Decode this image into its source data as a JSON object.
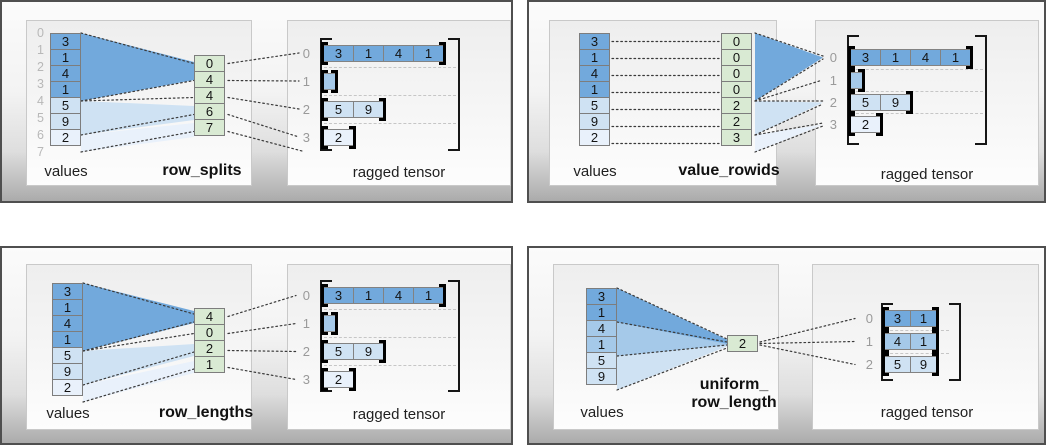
{
  "colors": {
    "value_dark_blue": "#72a9dc",
    "value_mid_blue": "#a5c9e9",
    "value_light_blue": "#cfe2f3",
    "value_faint_blue": "#e9f1fb",
    "method_green": "#d9ead3",
    "index_gray": "#9a9a9a",
    "figure_border": "#4f4f4f"
  },
  "figures": [
    {
      "method": "row_splits",
      "values_label": "values",
      "tensor_label": "ragged tensor",
      "values": [
        "3",
        "1",
        "4",
        "1",
        "5",
        "9",
        "2"
      ],
      "boundary_indices": [
        "0",
        "1",
        "2",
        "3",
        "4",
        "5",
        "6",
        "7"
      ],
      "method_values": [
        "0",
        "4",
        "4",
        "6",
        "7"
      ],
      "row_indices": [
        "0",
        "1",
        "2",
        "3"
      ],
      "rows": [
        [
          "3",
          "1",
          "4",
          "1"
        ],
        [],
        [
          "5",
          "9"
        ],
        [
          "2"
        ]
      ]
    },
    {
      "method": "value_rowids",
      "values_label": "values",
      "tensor_label": "ragged tensor",
      "values": [
        "3",
        "1",
        "4",
        "1",
        "5",
        "9",
        "2"
      ],
      "method_values": [
        "0",
        "0",
        "0",
        "0",
        "2",
        "2",
        "3"
      ],
      "row_indices": [
        "0",
        "1",
        "2",
        "3"
      ],
      "rows": [
        [
          "3",
          "1",
          "4",
          "1"
        ],
        [],
        [
          "5",
          "9"
        ],
        [
          "2"
        ]
      ]
    },
    {
      "method": "row_lengths",
      "values_label": "values",
      "tensor_label": "ragged tensor",
      "values": [
        "3",
        "1",
        "4",
        "1",
        "5",
        "9",
        "2"
      ],
      "method_values": [
        "4",
        "0",
        "2",
        "1"
      ],
      "row_indices": [
        "0",
        "1",
        "2",
        "3"
      ],
      "rows": [
        [
          "3",
          "1",
          "4",
          "1"
        ],
        [],
        [
          "5",
          "9"
        ],
        [
          "2"
        ]
      ]
    },
    {
      "method_line1": "uniform_",
      "method_line2": "row_length",
      "values_label": "values",
      "tensor_label": "ragged tensor",
      "values": [
        "3",
        "1",
        "4",
        "1",
        "5",
        "9"
      ],
      "method_values": [
        "2"
      ],
      "row_indices": [
        "0",
        "1",
        "2"
      ],
      "rows": [
        [
          "3",
          "1"
        ],
        [
          "4",
          "1"
        ],
        [
          "5",
          "9"
        ]
      ]
    }
  ]
}
